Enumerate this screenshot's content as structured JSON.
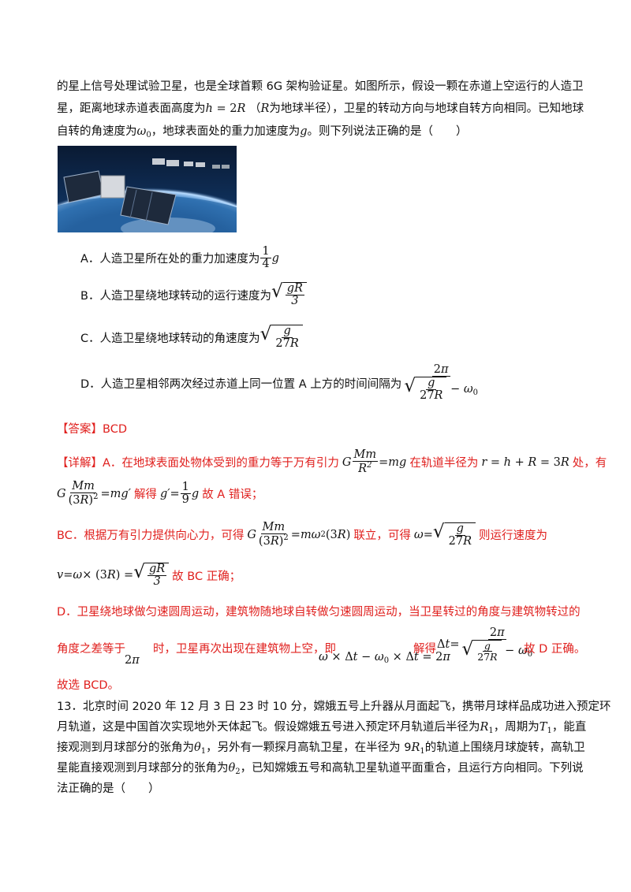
{
  "problem12": {
    "line1": "的星上信号处理试验卫星，也是全球首颗 6G 架构验证星。如图所示，假设一颗在赤道上空运行的人造卫",
    "line2_a": "星，距离地球赤道表面高度为",
    "line2_b": "（",
    "line2_c": "为地球半径），卫星的转动方向与地球自转方向相同。已知地球",
    "line3_a": "自转的角速度为",
    "line3_b": "，地球表面处的重力加速度为",
    "line3_c": "。则下列说法正确的是（　　）",
    "options": {
      "a": "A．人造卫星所在处的重力加速度为",
      "b": "B．人造卫星绕地球转动的运行速度为",
      "c": "C．人造卫星绕地球转动的角速度为",
      "d": "D．人造卫星相邻两次经过赤道上同一位置 A 上方的时间间隔为"
    }
  },
  "answer": {
    "label": "【答案】BCD"
  },
  "explanation": {
    "l1_a": "【详解】A．在地球表面处物体受到的重力等于万有引力",
    "l1_b": "在轨道半径为",
    "l1_c": "处，有",
    "l2_a": "解得",
    "l2_b": "故 A 错误；",
    "l3_a": "BC．根据万有引力提供向心力，可得",
    "l3_b": "联立，可得",
    "l3_c": "则运行速度为",
    "l4_a": "故 BC 正确；",
    "l5": "D．卫星绕地球做匀速圆周运动，建筑物随地球自转做匀速圆周运动，当卫星转过的角度与建筑物转过的",
    "l6_a": "角度之差等于",
    "l6_b": "时，卫星再次出现在建筑物上空，即",
    "l6_c": "解得",
    "l6_d": "故 D 正确。",
    "l7": "故选 BCD。"
  },
  "problem13": {
    "l1": "13．北京时间 2020 年 12 月 3 日 23 时 10 分，嫦娥五号上升器从月面起飞，携带月球样品成功进入预定环",
    "l2_a": "月轨道，这是中国首次实现地外天体起飞。假设嫦娥五号进入预定环月轨道后半径为",
    "l2_b": "，周期为",
    "l2_c": "，能直",
    "l3_a": "接观测到月球部分的张角为",
    "l3_b": "，另外有一颗探月高轨卫星，在半径为 9",
    "l3_c": "的轨道上围绕月球旋转，高轨卫",
    "l4_a": "星能直接观测到月球部分的张角为",
    "l4_b": "，已知嫦娥五号和高轨卫星轨道平面重合，且运行方向相同。下列说",
    "l5": "法正确的是（　　）"
  },
  "colors": {
    "accent_red": "#e0201e",
    "text": "#111111"
  },
  "image": {
    "icon": "satellite-earth-image"
  }
}
